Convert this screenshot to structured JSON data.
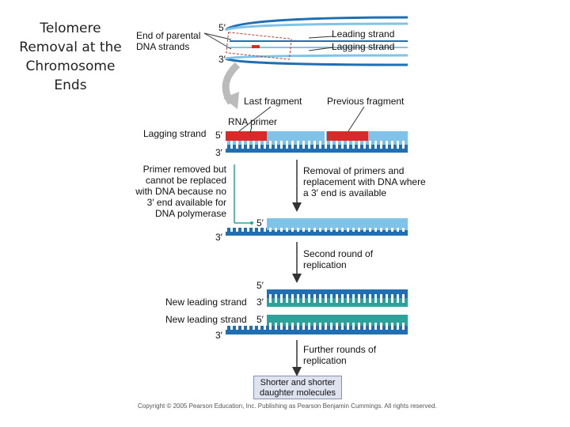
{
  "slide_title": "Telomere Removal at the Chromosome Ends",
  "labels": {
    "end_parental": "End of parental DNA strands",
    "top_5": "5′",
    "top_3": "3′",
    "leading_strand": "Leading strand",
    "lagging_strand": "Lagging strand",
    "last_fragment": "Last fragment",
    "previous_fragment": "Previous fragment",
    "rna_primer": "RNA primer",
    "lagging_strand_label": "Lagging strand",
    "s1_5": "5′",
    "s1_3": "3′",
    "primer_removed": "Primer removed but cannot be replaced with DNA because no 3′ end available for DNA polymerase",
    "removal_of_primers": "Removal of primers and replacement with DNA where a 3′ end is available",
    "s2_5": "5′",
    "s2_3": "3′",
    "second_round": "Second round of replication",
    "s3_5": "5′",
    "new_leading": "New leading strand",
    "s3_3": "3′",
    "new_lagging": "New leading strand",
    "s3b_5": "5′",
    "s3b_3": "3′",
    "further_rounds": "Further rounds of replication",
    "shorter": "Shorter and shorter daughter molecules",
    "copyright": "Copyright © 2005 Pearson Education, Inc. Publishing as Pearson Benjamin Cummings. All rights reserved."
  },
  "colors": {
    "blue_strand": "#1f6fb2",
    "light_blue": "#7fc3e8",
    "red_primer": "#d92a2a",
    "teal_strand": "#2aa39a",
    "arrow_gray": "#555555"
  }
}
